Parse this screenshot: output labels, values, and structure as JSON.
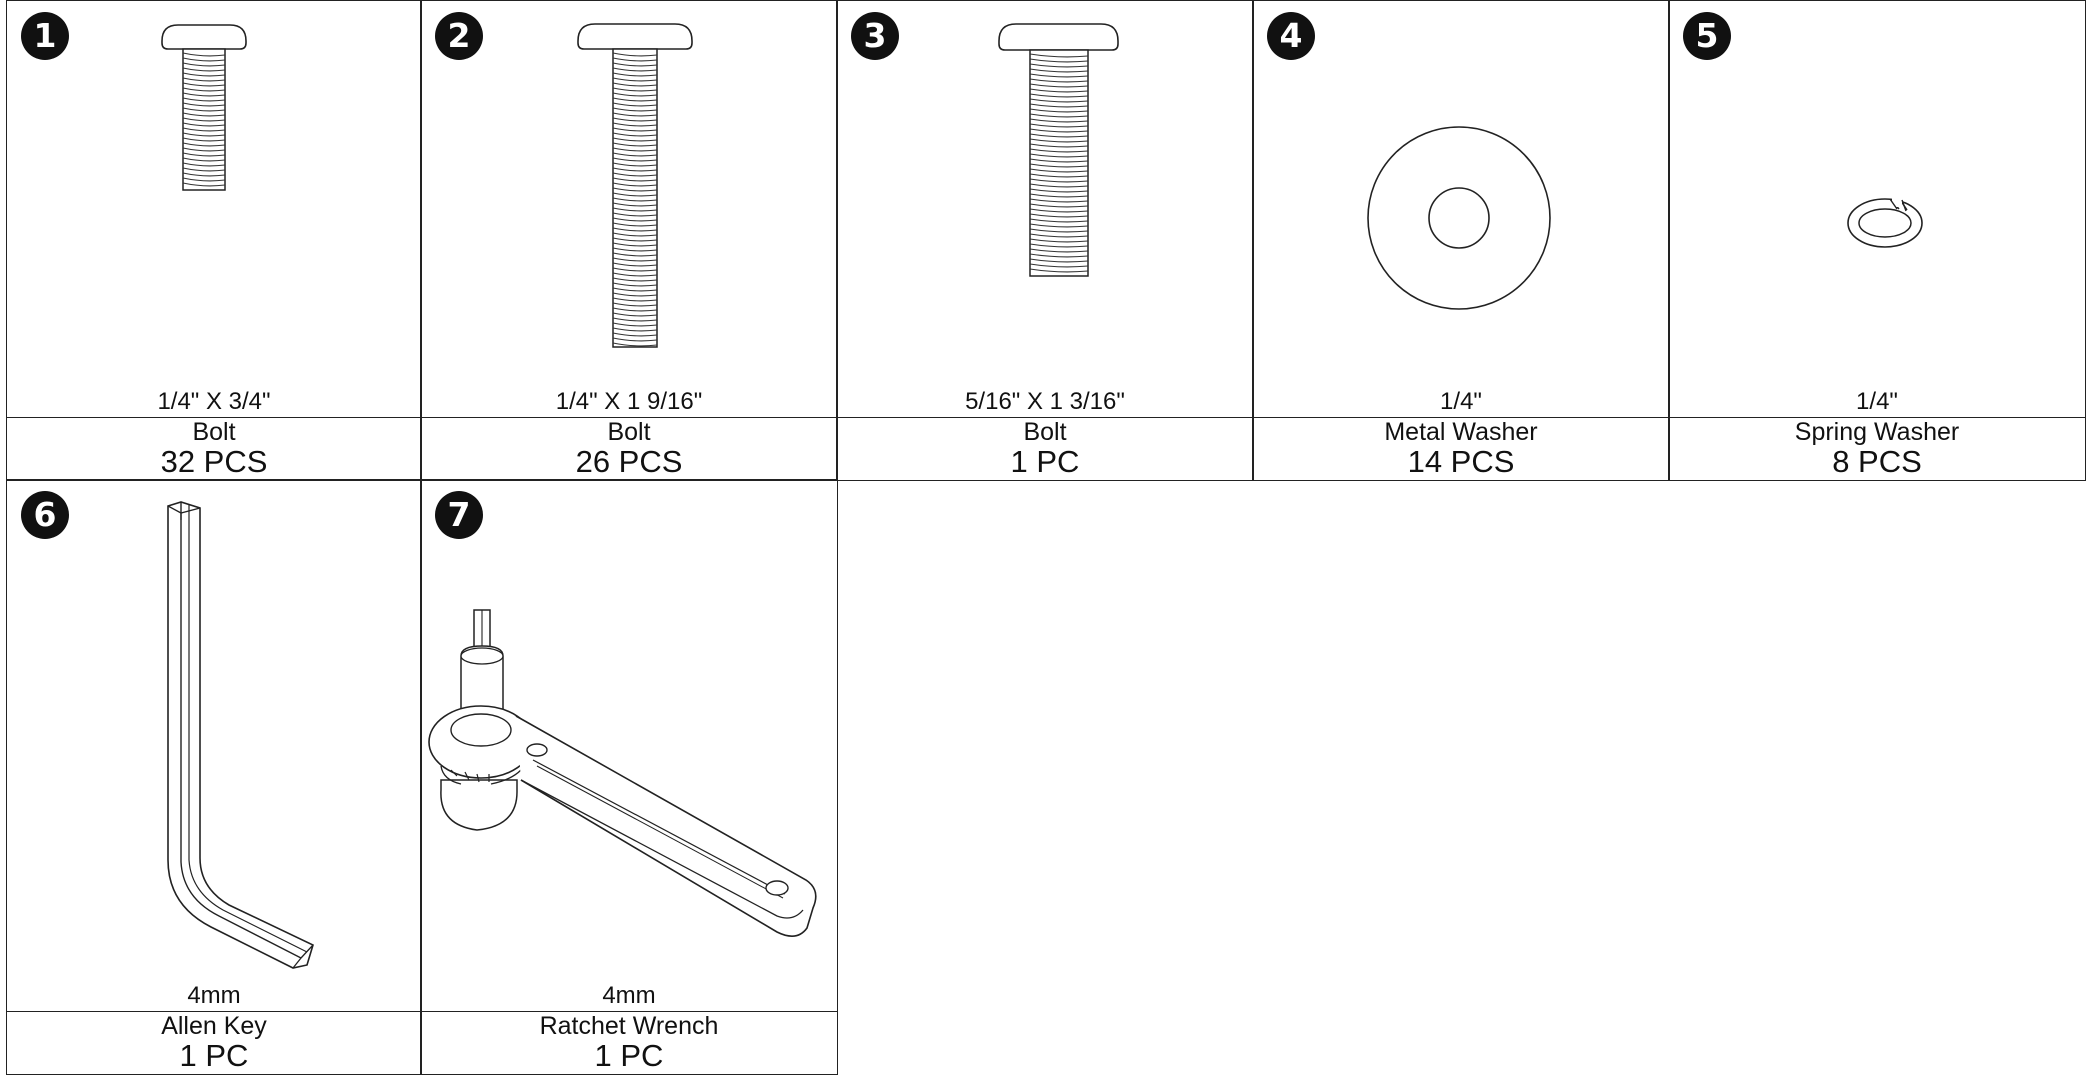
{
  "parts": [
    {
      "number": "1",
      "icon": "bolt-short-icon",
      "size": "1/4\" X 3/4\"",
      "name": "Bolt",
      "quantity": "32 PCS"
    },
    {
      "number": "2",
      "icon": "bolt-long-icon",
      "size": "1/4\" X 1 9/16\"",
      "name": "Bolt",
      "quantity": "26 PCS"
    },
    {
      "number": "3",
      "icon": "bolt-medium-icon",
      "size": "5/16\" X 1 3/16\"",
      "name": "Bolt",
      "quantity": "1 PC"
    },
    {
      "number": "4",
      "icon": "metal-washer-icon",
      "size": "1/4\"",
      "name": "Metal Washer",
      "quantity": "14 PCS"
    },
    {
      "number": "5",
      "icon": "spring-washer-icon",
      "size": "1/4\"",
      "name": "Spring Washer",
      "quantity": "8 PCS"
    },
    {
      "number": "6",
      "icon": "allen-key-icon",
      "size": "4mm",
      "name": "Allen Key",
      "quantity": "1 PC"
    },
    {
      "number": "7",
      "icon": "ratchet-wrench-icon",
      "size": "4mm",
      "name": "Ratchet Wrench",
      "quantity": "1 PC"
    }
  ]
}
